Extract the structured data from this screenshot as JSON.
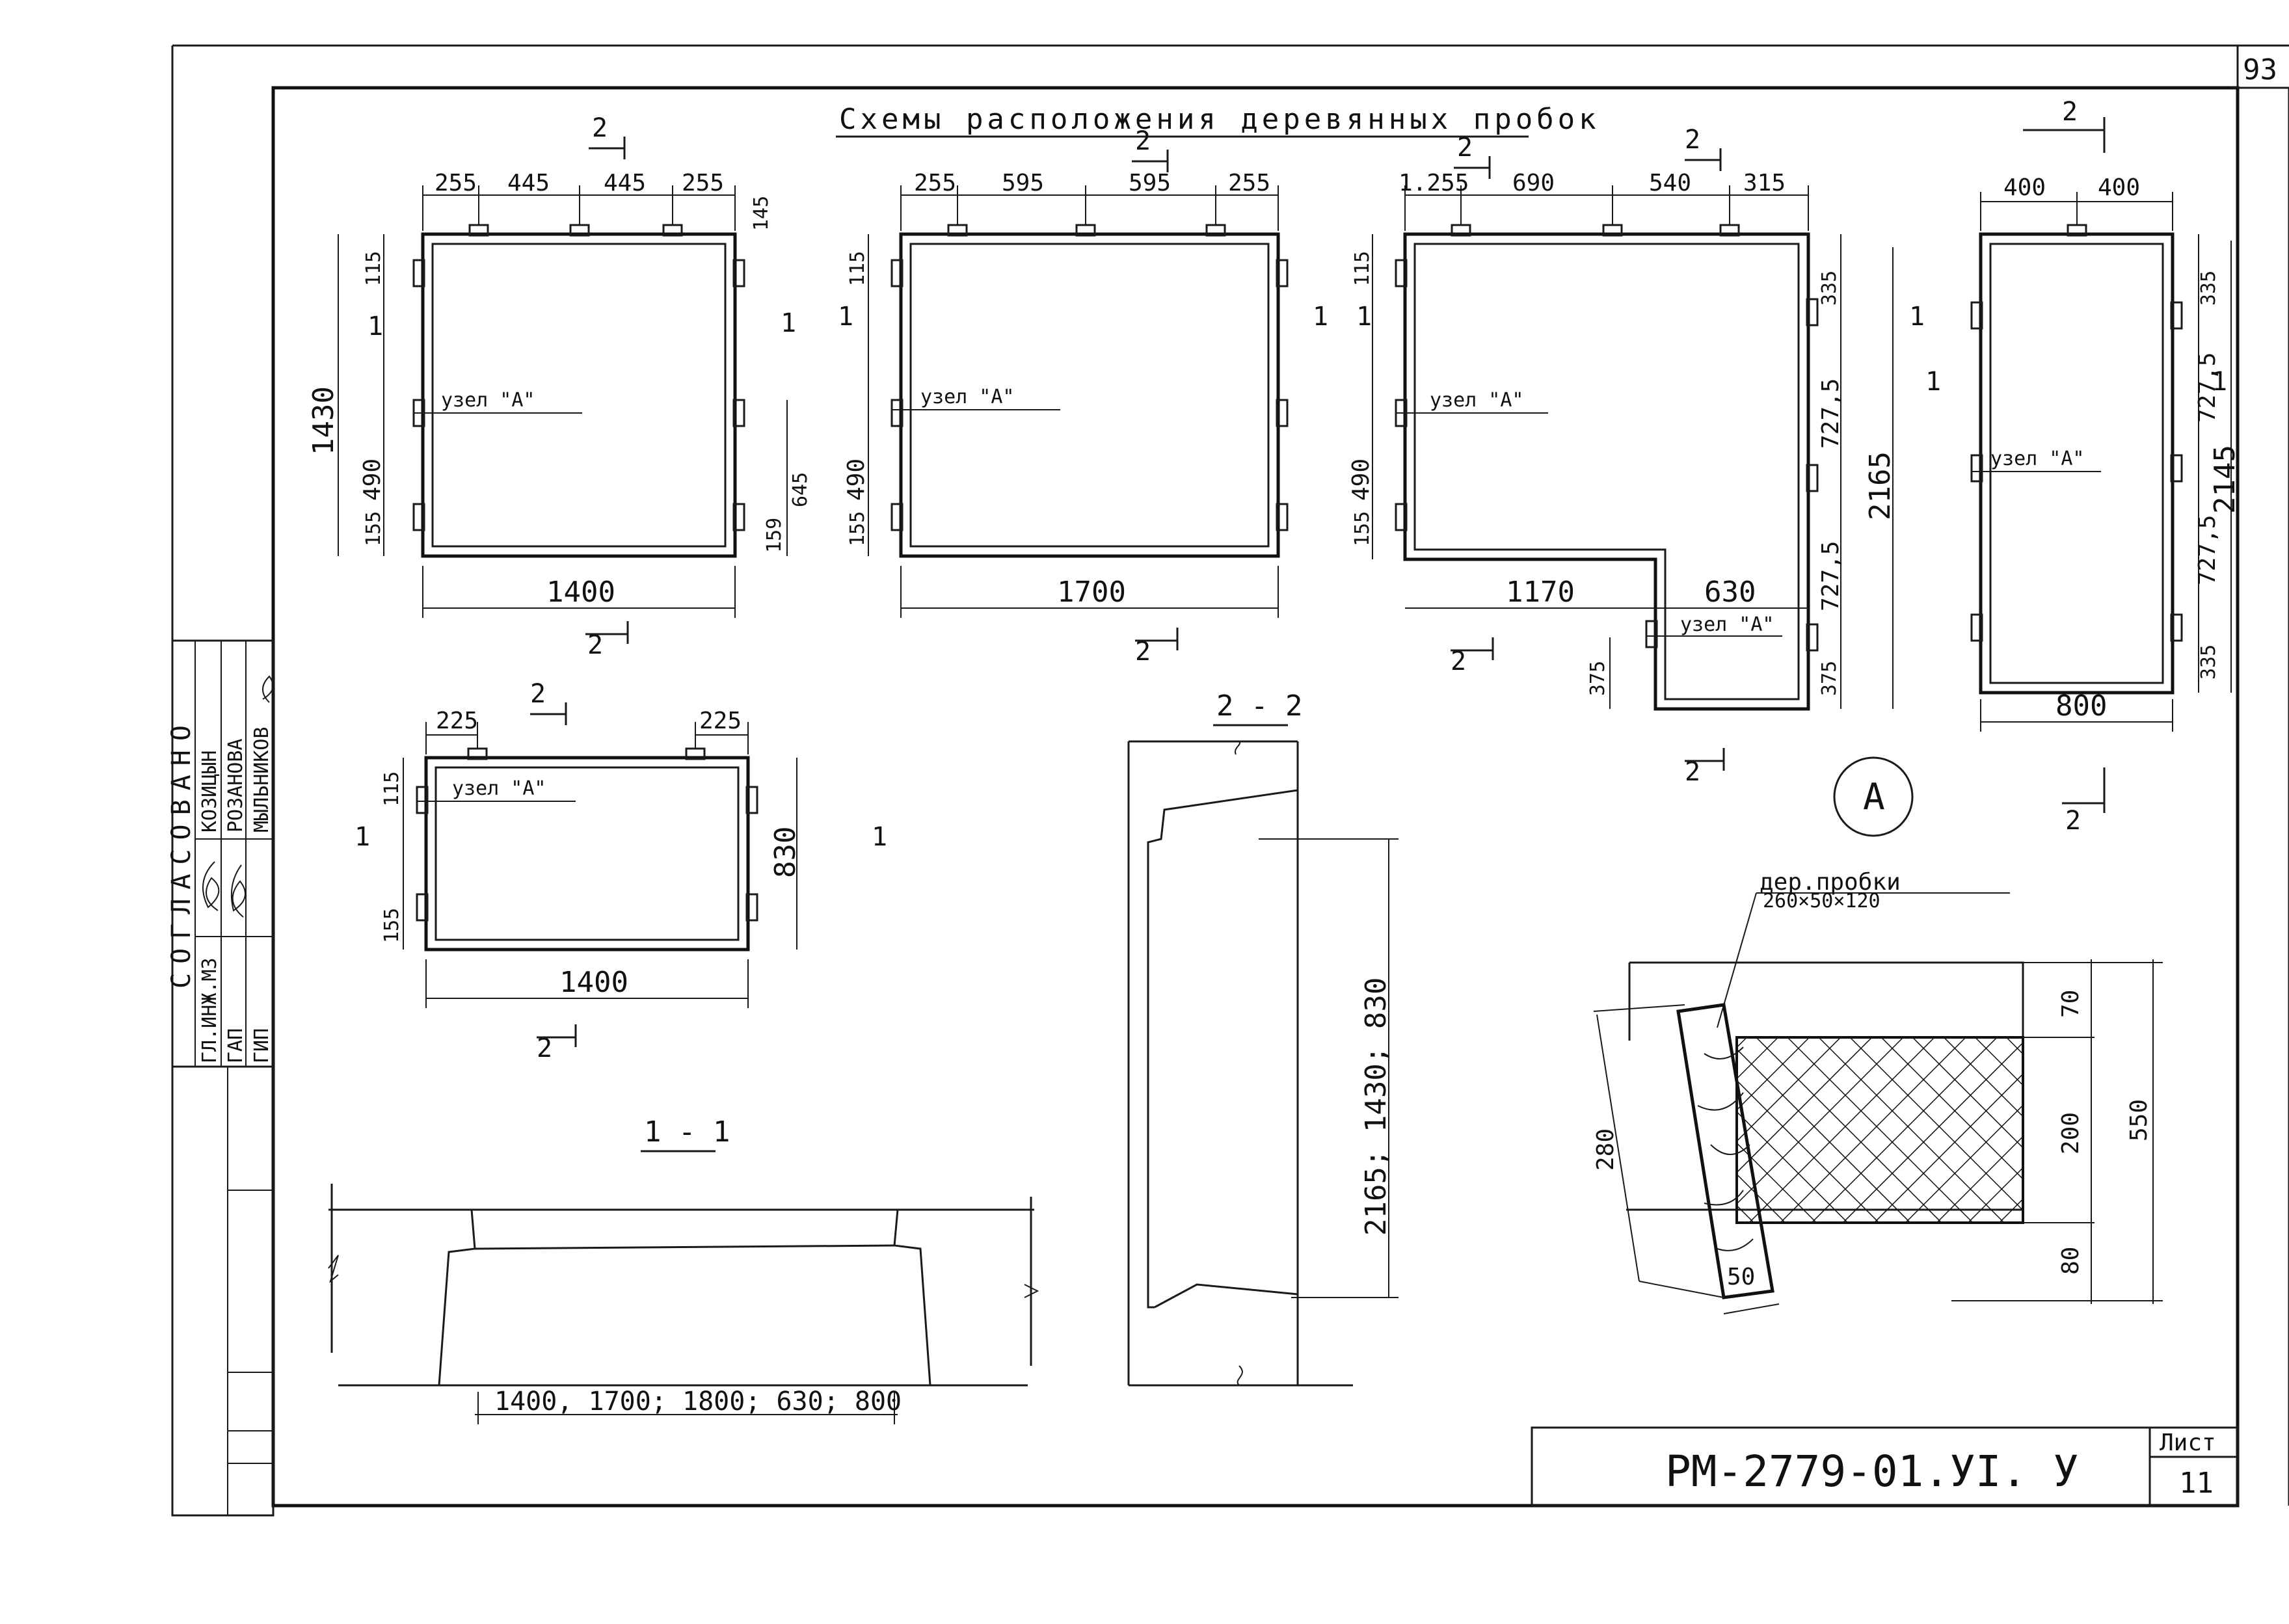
{
  "sheet": {
    "corner_number": "93",
    "title": "Схемы расположения деревянных пробок",
    "doc_code": "РМ-2779-01.УI. У",
    "list_label": "Лист",
    "list_number": "11"
  },
  "approvals": {
    "header": "СОГЛАСОВАНО",
    "rows": [
      {
        "role": "ГЛ.ИНЖ.МЗ",
        "name": "КОЗИЦЫН"
      },
      {
        "role": "ГАП",
        "name": "РОЗАНОВА"
      },
      {
        "role": "ГИП",
        "name": "МЫЛЬНИКОВ"
      }
    ]
  },
  "labels": {
    "section_mark": "2",
    "section_mark_1": "1",
    "node_a": "узел \"А\"",
    "section_11": "1 - 1",
    "section_22": "2 - 2",
    "callout_a": "А",
    "plug_title": "дер.пробки",
    "plug_size": "260×50×120"
  },
  "plan1": {
    "top_dims": [
      "255",
      "445",
      "445",
      "255"
    ],
    "dim_145": "145",
    "dim_115": "115",
    "height": "1430",
    "dim_490": "490",
    "dim_155": "155",
    "dim_645": "645",
    "dim_159": "159",
    "width": "1400"
  },
  "plan2": {
    "top_dims": [
      "255",
      "595",
      "595",
      "255"
    ],
    "dim_115": "115",
    "dim_490": "490",
    "dim_155": "155",
    "width": "1700"
  },
  "plan3": {
    "top_dims": [
      "1.255",
      "690",
      "540",
      "315"
    ],
    "dim_115": "115",
    "dim_490": "490",
    "dim_155": "155",
    "right_dims": [
      "335",
      "727,5",
      "727,5",
      "375"
    ],
    "height": "2165",
    "bottom_left": "1170",
    "bottom_right": "630",
    "dim_375": "375"
  },
  "plan4": {
    "top_dims": [
      "400",
      "400"
    ],
    "right_dims": [
      "335",
      "727,5",
      "727,5",
      "335"
    ],
    "height": "2145",
    "width": "800"
  },
  "plan5": {
    "top_dims": [
      "225",
      "225"
    ],
    "dim_115": "115",
    "dim_155": "155",
    "height": "830",
    "width": "1400"
  },
  "section11": {
    "dims": "1400, 1700; 1800; 630; 800"
  },
  "section22": {
    "dims": "2165; 1430; 830"
  },
  "detail": {
    "d70": "70",
    "d200": "200",
    "d80": "80",
    "d550": "550",
    "d280": "280",
    "d50": "50"
  },
  "colors": {
    "ink": "#1a1a1a",
    "paper": "#ffffff"
  }
}
